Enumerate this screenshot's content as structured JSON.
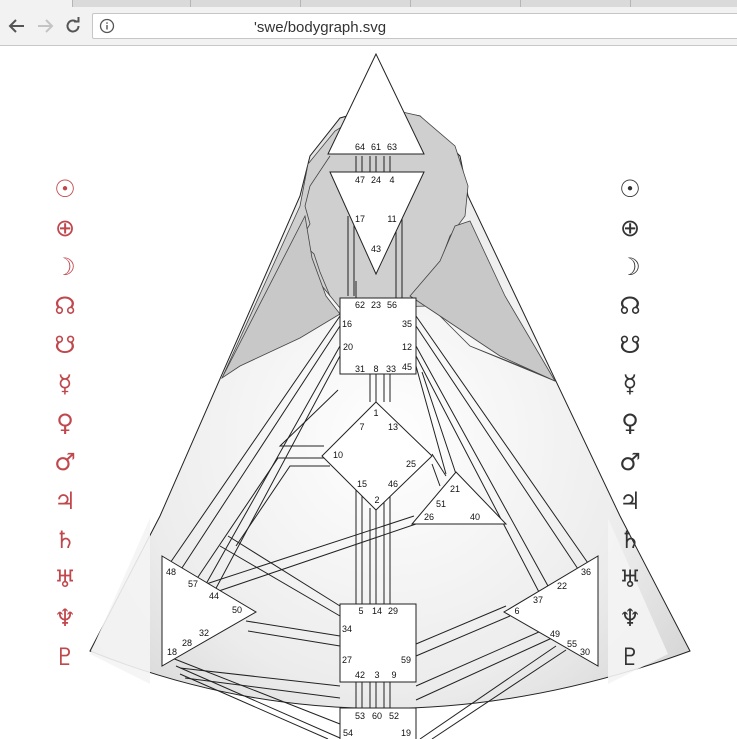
{
  "browser": {
    "url": "'swe/bodygraph.svg"
  },
  "colors": {
    "design_planets": "#c0474c",
    "personality_planets": "#333333",
    "body_fill": "#d0d0d0",
    "center_fill": "#ffffff",
    "stroke": "#222222"
  },
  "planets_left": [
    {
      "name": "sun",
      "glyph": "☉"
    },
    {
      "name": "earth",
      "glyph": "⊕"
    },
    {
      "name": "moon",
      "glyph": "☽"
    },
    {
      "name": "north-node",
      "glyph": "☊"
    },
    {
      "name": "south-node",
      "glyph": "☋"
    },
    {
      "name": "mercury",
      "glyph": "☿"
    },
    {
      "name": "venus",
      "glyph": "♀"
    },
    {
      "name": "mars",
      "glyph": "♂"
    },
    {
      "name": "jupiter",
      "glyph": "♃"
    },
    {
      "name": "saturn",
      "glyph": "♄"
    },
    {
      "name": "uranus",
      "glyph": "♅"
    },
    {
      "name": "neptune",
      "glyph": "♆"
    },
    {
      "name": "pluto",
      "glyph": "♇"
    }
  ],
  "planets_right": [
    {
      "name": "sun",
      "glyph": "☉"
    },
    {
      "name": "earth",
      "glyph": "⊕"
    },
    {
      "name": "moon",
      "glyph": "☽"
    },
    {
      "name": "north-node",
      "glyph": "☊"
    },
    {
      "name": "south-node",
      "glyph": "☋"
    },
    {
      "name": "mercury",
      "glyph": "☿"
    },
    {
      "name": "venus",
      "glyph": "♀"
    },
    {
      "name": "mars",
      "glyph": "♂"
    },
    {
      "name": "jupiter",
      "glyph": "♃"
    },
    {
      "name": "saturn",
      "glyph": "♄"
    },
    {
      "name": "uranus",
      "glyph": "♅"
    },
    {
      "name": "neptune",
      "glyph": "♆"
    },
    {
      "name": "pluto",
      "glyph": "♇"
    }
  ],
  "gates": {
    "head": [
      "64",
      "61",
      "63"
    ],
    "ajna": [
      "47",
      "24",
      "4",
      "17",
      "11",
      "43"
    ],
    "throat": [
      "62",
      "23",
      "56",
      "16",
      "35",
      "20",
      "12",
      "31",
      "8",
      "33",
      "45"
    ],
    "g": [
      "1",
      "7",
      "13",
      "10",
      "25",
      "15",
      "46",
      "2"
    ],
    "ego": [
      "21",
      "51",
      "26",
      "40"
    ],
    "spleen": [
      "48",
      "57",
      "44",
      "50",
      "32",
      "28",
      "18"
    ],
    "sacral": [
      "5",
      "14",
      "29",
      "34",
      "27",
      "59",
      "42",
      "3",
      "9"
    ],
    "solar_plexus": [
      "36",
      "22",
      "37",
      "6",
      "49",
      "55",
      "30"
    ],
    "root": [
      "53",
      "60",
      "52",
      "54",
      "19"
    ]
  }
}
